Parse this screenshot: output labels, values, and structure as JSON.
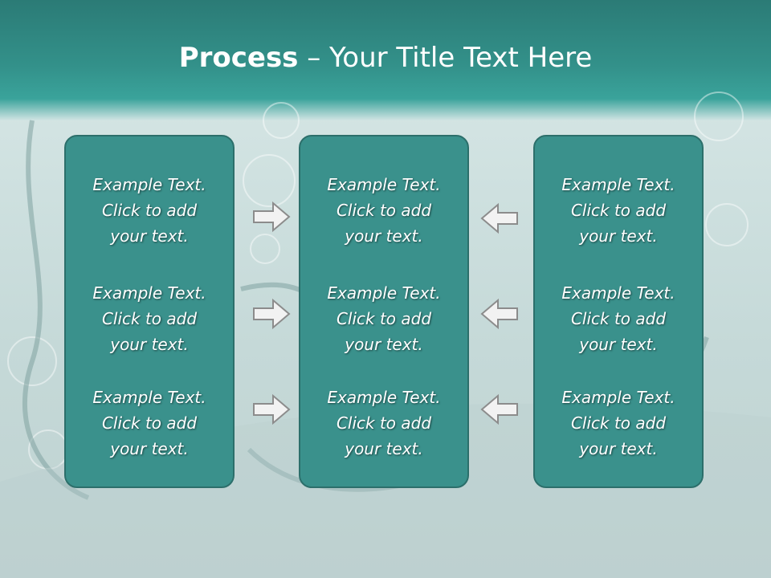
{
  "slide": {
    "title_bold": "Process",
    "title_rest": " – Your Title Text Here"
  },
  "columns": [
    {
      "items": [
        {
          "line1": "Example Text.",
          "line2": "Click  to add",
          "line3": "your text."
        },
        {
          "line1": "Example Text.",
          "line2": "Click  to add",
          "line3": "your text."
        },
        {
          "line1": "Example Text.",
          "line2": "Click  to add",
          "line3": "your text."
        }
      ]
    },
    {
      "items": [
        {
          "line1": "Example Text.",
          "line2": "Click  to add",
          "line3": "your text."
        },
        {
          "line1": "Example Text.",
          "line2": "Click  to add",
          "line3": "your text."
        },
        {
          "line1": "Example Text.",
          "line2": "Click  to add",
          "line3": "your text."
        }
      ]
    },
    {
      "items": [
        {
          "line1": "Example Text.",
          "line2": "Click  to add",
          "line3": "your text."
        },
        {
          "line1": "Example Text.",
          "line2": "Click  to add",
          "line3": "your text."
        },
        {
          "line1": "Example Text.",
          "line2": "Click  to add",
          "line3": "your text."
        }
      ]
    }
  ],
  "arrows": {
    "left_set": "right-arrow-icon",
    "right_set": "left-arrow-icon"
  },
  "colors": {
    "title_bar": "#33918a",
    "panel_fill": "#3a918c",
    "panel_border": "#2c6f6b",
    "arrow_fill": "#f2f2f2",
    "arrow_stroke": "#8c8c8c"
  }
}
